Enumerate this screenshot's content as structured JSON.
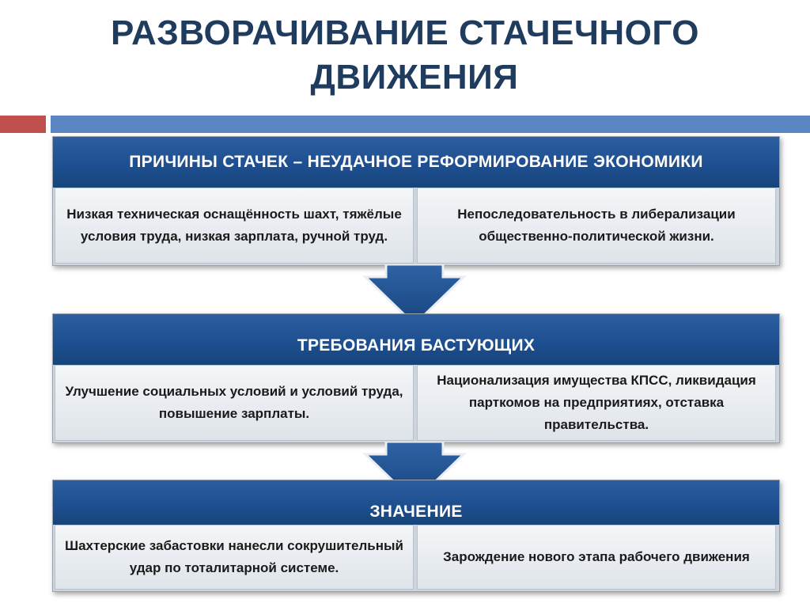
{
  "title": {
    "line1": "РАЗВОРАЧИВАНИЕ СТАЧЕЧНОГО",
    "line2": "ДВИЖЕНИЯ"
  },
  "sections": [
    {
      "header": "ПРИЧИНЫ СТАЧЕК – НЕУДАЧНОЕ РЕФОРМИРОВАНИЕ ЭКОНОМИКИ",
      "left": "Низкая техническая оснащённость шахт, тяжёлые условия труда, низкая зарплата, ручной труд.",
      "right": "Непоследовательность в либерализации общественно-политической жизни."
    },
    {
      "header": "ТРЕБОВАНИЯ БАСТУЮЩИХ",
      "left": "Улучшение социальных условий и условий труда, повышение зарплаты.",
      "right": "Национализация имущества КПСС, ликвидация парткомов на предприятиях, отставка правительства."
    },
    {
      "header": "ЗНАЧЕНИЕ",
      "left": "Шахтерские забастовки нанесли сокрушительный удар по тоталитарной системе.",
      "right": "Зарождение нового этапа рабочего движения"
    }
  ],
  "colors": {
    "title": "#1f3b5e",
    "header_band": "#1d4e8f",
    "accent_red": "#c0504d",
    "accent_blue": "#5b86c4"
  }
}
